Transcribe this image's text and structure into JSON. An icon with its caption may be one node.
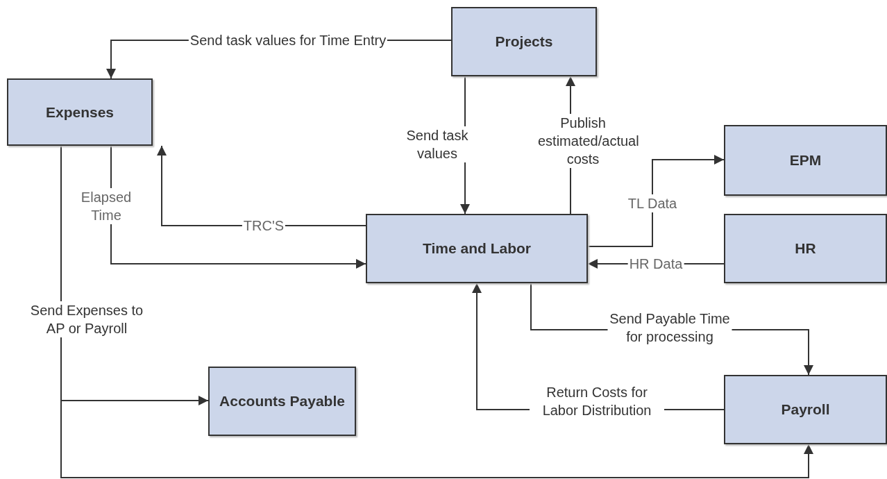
{
  "diagram": {
    "nodes": [
      {
        "text": [
          "Projects"
        ]
      },
      {
        "text": [
          "Expenses"
        ]
      },
      {
        "text": [
          "EPM"
        ]
      },
      {
        "text": [
          "Time and Labor"
        ]
      },
      {
        "text": [
          "HR"
        ]
      },
      {
        "text": [
          "Accounts Payable"
        ]
      },
      {
        "text": [
          "Payroll"
        ]
      }
    ],
    "edges": [
      {
        "from": 0,
        "to": 1,
        "arrow": "to",
        "label": "Send task values for Time Entry"
      },
      {
        "from": 0,
        "to": 3,
        "arrow": "to",
        "label": "Send task values"
      },
      {
        "from": 3,
        "to": 0,
        "arrow": "to",
        "label": "Publish estimated/actual costs"
      },
      {
        "from": 1,
        "to": 3,
        "arrow": "to",
        "label": "Elapsed Time"
      },
      {
        "from": 3,
        "to": 1,
        "arrow": "to",
        "label": "TRC'S"
      },
      {
        "from": 3,
        "to": 2,
        "arrow": "to",
        "label": "TL Data"
      },
      {
        "from": 4,
        "to": 3,
        "arrow": "to",
        "label": "HR Data"
      },
      {
        "from": 3,
        "to": 6,
        "arrow": "to",
        "label": "Send Payable Time for processing"
      },
      {
        "from": 6,
        "to": 3,
        "arrow": "to",
        "label": "Return Costs for Labor Distribution"
      },
      {
        "from": 1,
        "to": 5,
        "arrow": "to",
        "label": "Send Expenses to AP or Payroll"
      },
      {
        "from": 1,
        "to": 6,
        "arrow": "to"
      }
    ]
  }
}
